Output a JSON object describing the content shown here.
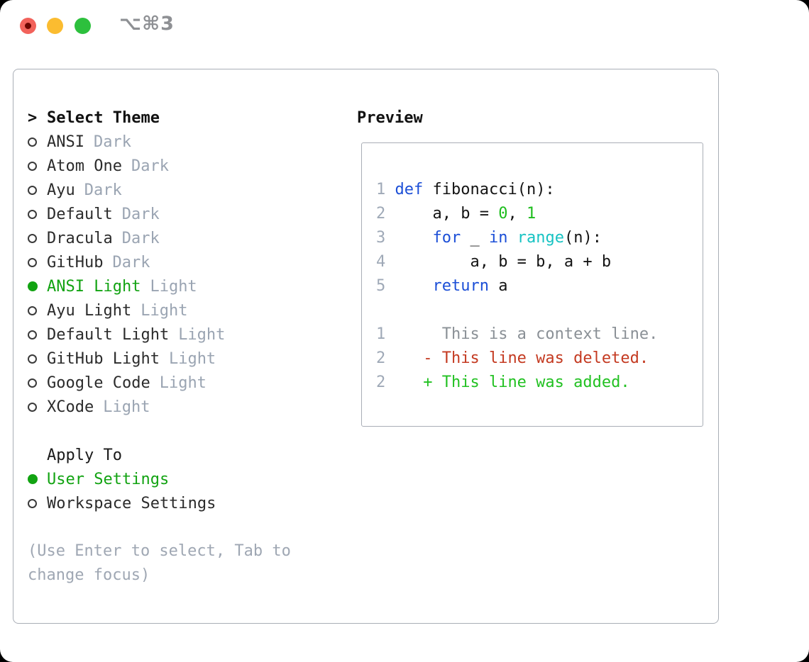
{
  "titlebar": {
    "shortcut": "⌥⌘3"
  },
  "theme_panel": {
    "header": "Select Theme",
    "header_marker": ">",
    "items": [
      {
        "name": "ANSI",
        "variant": "Dark",
        "selected": false
      },
      {
        "name": "Atom One",
        "variant": "Dark",
        "selected": false
      },
      {
        "name": "Ayu",
        "variant": "Dark",
        "selected": false
      },
      {
        "name": "Default",
        "variant": "Dark",
        "selected": false
      },
      {
        "name": "Dracula",
        "variant": "Dark",
        "selected": false
      },
      {
        "name": "GitHub",
        "variant": "Dark",
        "selected": false
      },
      {
        "name": "ANSI Light",
        "variant": "Light",
        "selected": true
      },
      {
        "name": "Ayu Light",
        "variant": "Light",
        "selected": false
      },
      {
        "name": "Default Light",
        "variant": "Light",
        "selected": false
      },
      {
        "name": "GitHub Light",
        "variant": "Light",
        "selected": false
      },
      {
        "name": "Google Code",
        "variant": "Light",
        "selected": false
      },
      {
        "name": "XCode",
        "variant": "Light",
        "selected": false
      }
    ]
  },
  "apply_panel": {
    "header": "Apply To",
    "items": [
      {
        "name": "User Settings",
        "selected": true
      },
      {
        "name": "Workspace Settings",
        "selected": false
      }
    ]
  },
  "help": {
    "lines": [
      "(Use Enter to select, Tab to",
      "change focus)"
    ]
  },
  "preview": {
    "header": "Preview",
    "code_lines": [
      [
        [
          "ln",
          "1 "
        ],
        [
          "kw",
          "def"
        ],
        [
          "tx",
          " fibonacci(n):"
        ]
      ],
      [
        [
          "ln",
          "2 "
        ],
        [
          "tx",
          "    a, b = "
        ],
        [
          "num",
          "0"
        ],
        [
          "tx",
          ", "
        ],
        [
          "num",
          "1"
        ]
      ],
      [
        [
          "ln",
          "3 "
        ],
        [
          "tx",
          "    "
        ],
        [
          "kw",
          "for"
        ],
        [
          "tx",
          " _ "
        ],
        [
          "kw",
          "in"
        ],
        [
          "tx",
          " "
        ],
        [
          "bi",
          "range"
        ],
        [
          "tx",
          "(n):"
        ]
      ],
      [
        [
          "ln",
          "4 "
        ],
        [
          "tx",
          "        a, b = b, a + b"
        ]
      ],
      [
        [
          "ln",
          "5 "
        ],
        [
          "tx",
          "    "
        ],
        [
          "kw",
          "return"
        ],
        [
          "tx",
          " a"
        ]
      ],
      [],
      [
        [
          "ln",
          "1 "
        ],
        [
          "ctx",
          "     This is a context line."
        ]
      ],
      [
        [
          "ln",
          "2 "
        ],
        [
          "del",
          "   - This line was deleted."
        ]
      ],
      [
        [
          "ln",
          "2 "
        ],
        [
          "add",
          "   + This line was added."
        ]
      ]
    ]
  },
  "colors": {
    "selection_green": "#12a312",
    "added_green": "#22c122",
    "deleted_red": "#c43a21",
    "keyword_blue": "#1c4fd7",
    "builtin_cyan": "#17c3c3",
    "number_green": "#1dbd1d",
    "line_number_gray": "#9fa9b7",
    "muted_gray": "#9aa4b2",
    "border_gray": "#a9aeb6",
    "traffic_red": "#f2625b",
    "traffic_yellow": "#fbbc30",
    "traffic_green": "#2dc03d"
  }
}
